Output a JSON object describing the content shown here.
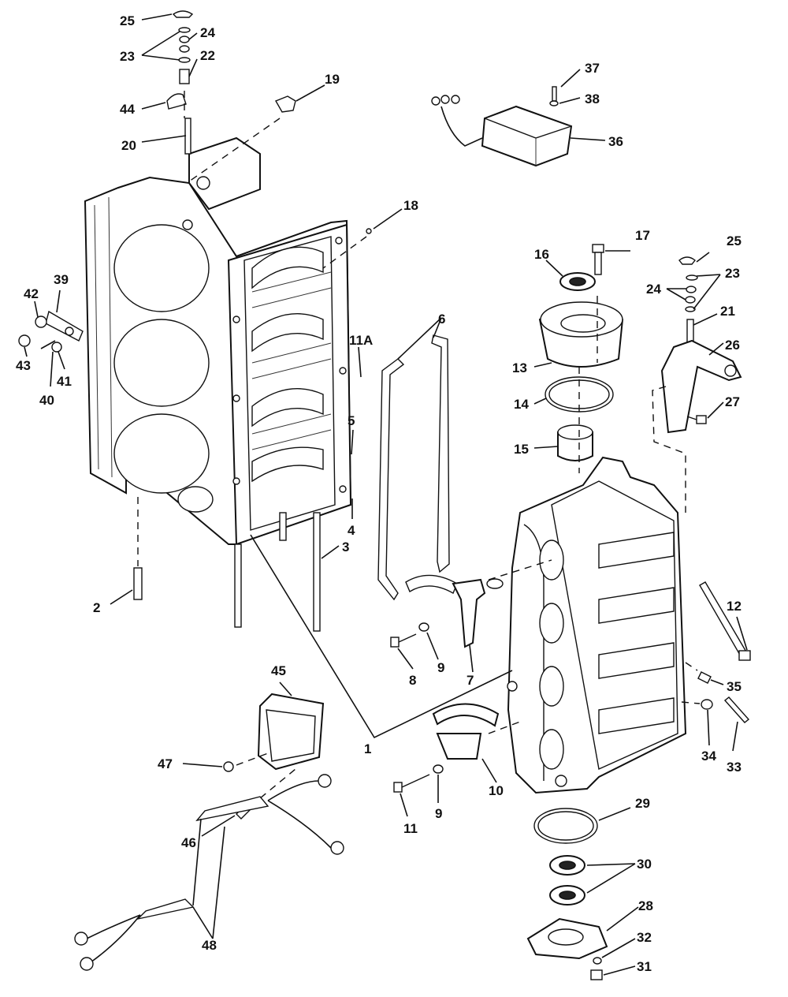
{
  "callouts": {
    "c1": "1",
    "c2": "2",
    "c3": "3",
    "c4": "4",
    "c5": "5",
    "c6": "6",
    "c7": "7",
    "c8": "8",
    "c9a": "9",
    "c9b": "9",
    "c10": "10",
    "c11": "11",
    "c11a": "11A",
    "c12": "12",
    "c13": "13",
    "c14": "14",
    "c15": "15",
    "c16": "16",
    "c17": "17",
    "c18": "18",
    "c19": "19",
    "c20": "20",
    "c21": "21",
    "c22": "22",
    "c23a": "23",
    "c23b": "23",
    "c24a": "24",
    "c24b": "24",
    "c25a": "25",
    "c25b": "25",
    "c26": "26",
    "c27": "27",
    "c28": "28",
    "c29": "29",
    "c30": "30",
    "c31": "31",
    "c32": "32",
    "c33": "33",
    "c34": "34",
    "c35": "35",
    "c36": "36",
    "c37": "37",
    "c38": "38",
    "c39": "39",
    "c40": "40",
    "c41": "41",
    "c42": "42",
    "c43": "43",
    "c44": "44",
    "c45": "45",
    "c46": "46",
    "c47": "47",
    "c48": "48"
  }
}
